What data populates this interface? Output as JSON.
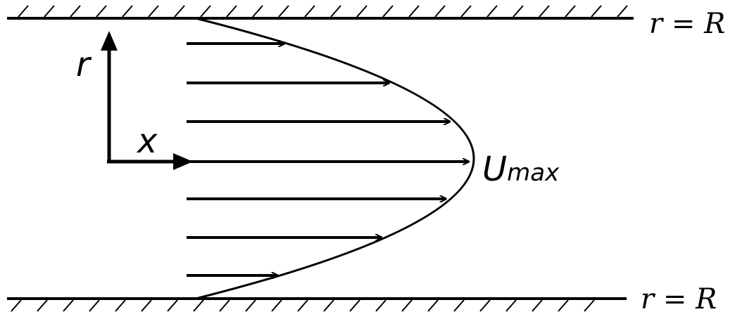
{
  "labels": {
    "wall_top": "r = R",
    "wall_bottom": "r = R",
    "axis_r": "r",
    "axis_x": "x",
    "umax_main": "U",
    "umax_sub": "max"
  },
  "colors": {
    "line": "#000000",
    "background": "#ffffff"
  }
}
